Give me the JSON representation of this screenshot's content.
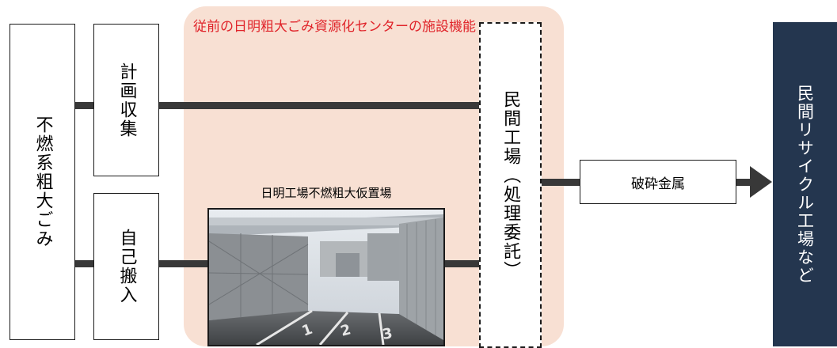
{
  "region": {
    "title": "従前の日明粗大ごみ資源化センターの施設機能"
  },
  "boxes": {
    "waste_source": "不燃系粗大ごみ",
    "planned_collection": "計画収集",
    "self_delivery": "自己搬入",
    "private_factory": "民間工場（処理委託）",
    "crushed_metal": "破砕金属",
    "recycling_plant": "民間リサイクル工場など"
  },
  "photo": {
    "label": "日明工場不燃粗大仮置場",
    "bay_numbers": [
      "1",
      "2",
      "3"
    ]
  },
  "colors": {
    "region_fill": "#f8e0d3",
    "region_title": "#e0242a",
    "recycle_fill": "#24364f",
    "connector": "#383838"
  }
}
